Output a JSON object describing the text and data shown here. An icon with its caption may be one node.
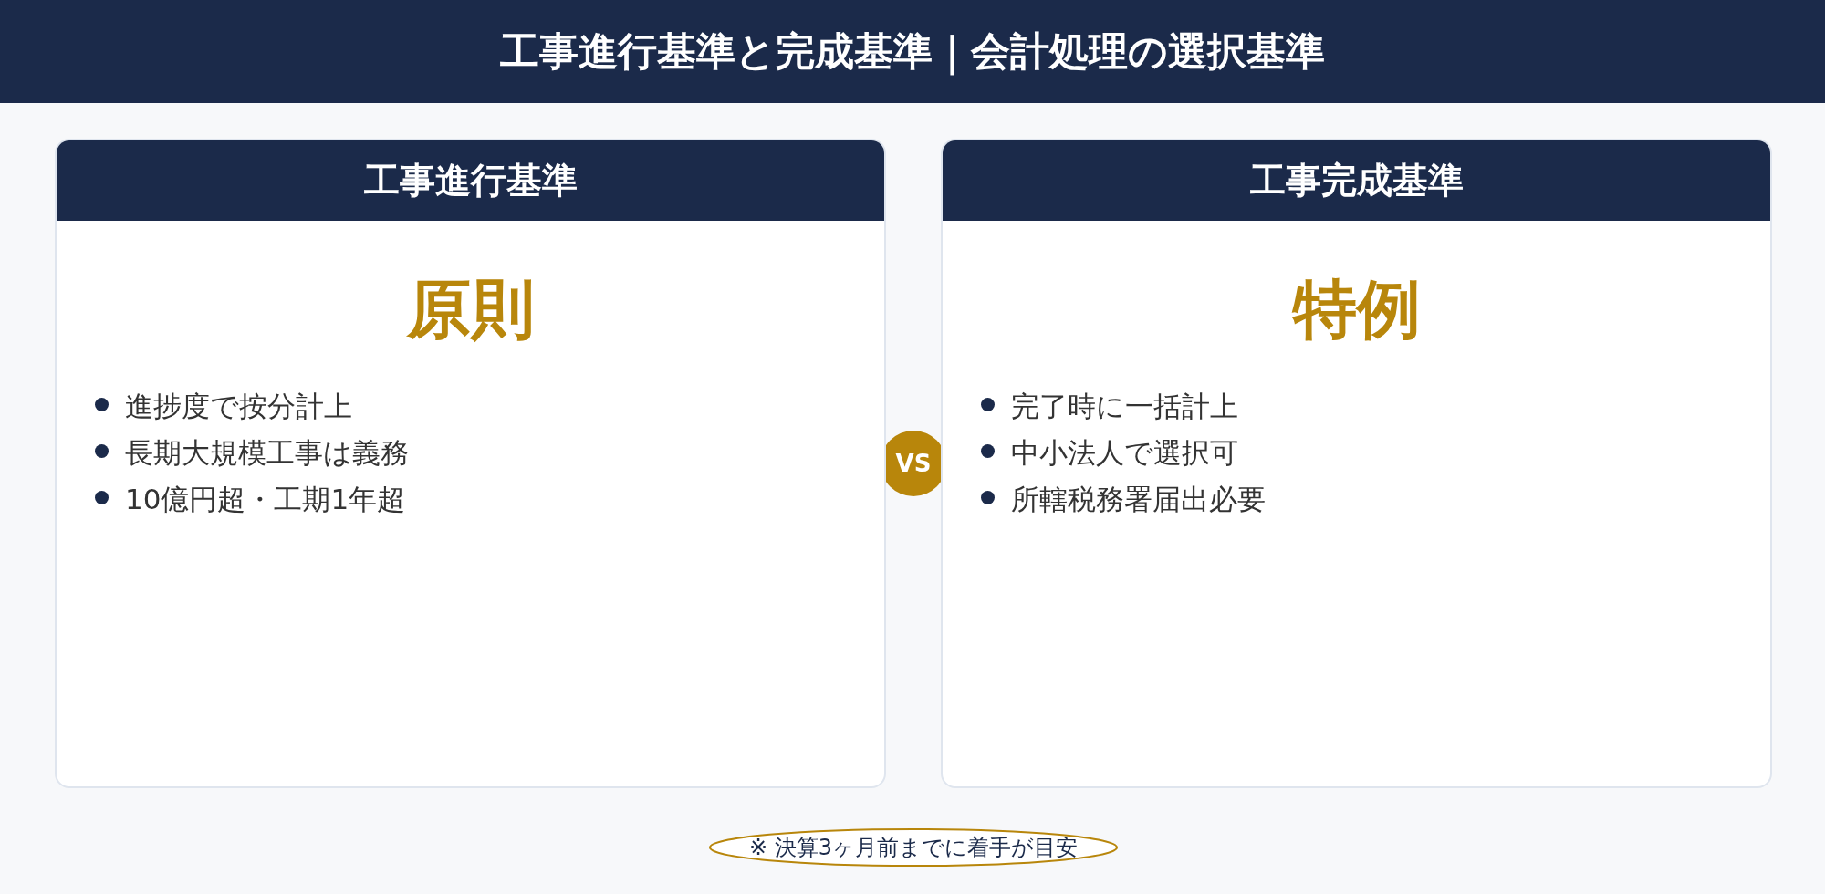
{
  "diagram": {
    "title": "工事進行基準と完成基準｜会計処理の選択基準",
    "nodes": [
      {
        "text": [
          "工事進行基準",
          "原則",
          "進捗度で按分計上",
          "長期大規模工事は義務",
          "10億円超・工期1年超"
        ]
      },
      {
        "text": [
          "VS"
        ]
      },
      {
        "text": [
          "工事完成基準",
          "特例",
          "完了時に一括計上",
          "中小法人で選択可",
          "所轄税務署届出必要"
        ]
      },
      {
        "text": [
          "※ 決算3ヶ月前までに着手が目安"
        ]
      }
    ]
  }
}
